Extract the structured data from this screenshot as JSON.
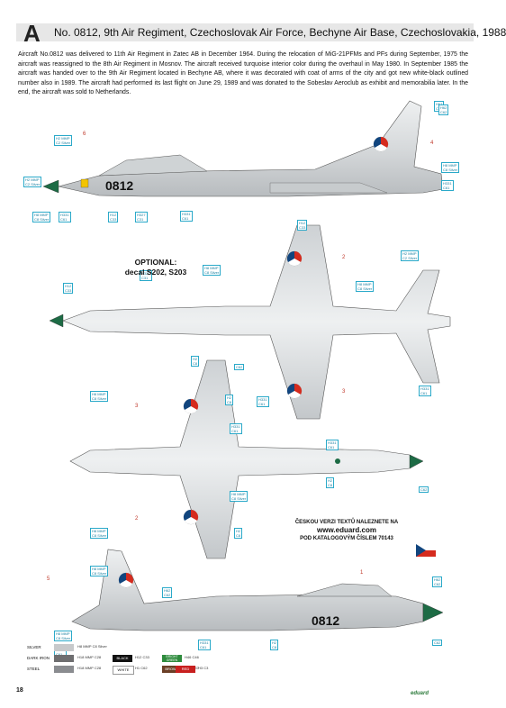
{
  "header": {
    "letter": "A",
    "title": "No. 0812, 9th Air Regiment, Czechoslovak Air Force, Bechyne Air Base, Czechoslovakia, 1988"
  },
  "intro_text": "Aircraft No.0812 was delivered to 11th Air Regiment in Zatec AB in December 1964. During the relocation of MiG-21PFMs and PFs during September, 1975 the aircraft was reassigned to the 8th Air Regiment in Mosnov. The aircraft received turquoise interior color during the overhaul in May 1980. In September 1985 the aircraft was handed over to the 9th Air Regiment located in Bechyne AB, where it was decorated with coat of arms of the city and got new white-black outlined number also in 1989. The aircraft had performed its last flight on June 29, 1989 and was donated to the Sobeslav Aeroclub as exhibit and memorabilia later. In the end, the aircraft was sold to Netherlands.",
  "optional": {
    "line1": "OPTIONAL:",
    "line2": "decal S202, S203"
  },
  "aircraft_number": "0812",
  "callouts": {
    "c1": "H2 MMP\nC2 Silver",
    "c2": "H12\nC33",
    "c3": "H327\nC31",
    "c4": "H8 MMP\nC8 Silver",
    "c5": "H331\nC61",
    "c6": "H67\nC43",
    "c7": "H8 MMP\nC8 Silver",
    "c8": "H331\nC61",
    "c9": "H331\nC61",
    "c10": "H8 MMP\nC8 Silver",
    "c11": "H12\nC33",
    "c12": "H2 MMP\nC2 Silver",
    "c13": "H327\nC31",
    "c14": "H12\nC33",
    "c15": "H8 MMP\nC8 Silver",
    "c16": "H2\nC8",
    "c17": "C62",
    "c18": "H331\nC61",
    "c19": "H2\nC8",
    "c20": "H331\nC61",
    "c21": "H8 MMP\nC8 Silver",
    "c22": "H62\nC62",
    "c23": "H8 MMP\nC8 Silver",
    "c24": "H331\nC61",
    "c25": "H2\nC8",
    "c26": "H331\nC61",
    "c27": "H8 MMP\nC8 Silver",
    "c28": "C62",
    "c29": "H2\nC8",
    "c30": "H331\nC61",
    "c31": "H8 MMP\nC8 Silver",
    "c32": "H62\nC62",
    "c33": "H8 MMP\nC8 Silver",
    "c34": "H331\nC61",
    "c35": "H2\nC8",
    "c36": "C62",
    "c37": "H2 MMP\nC2 Silver",
    "c38": "H62\nC62"
  },
  "stencil_numbers": [
    "6",
    "4",
    "2",
    "3",
    "3",
    "2",
    "5",
    "1"
  ],
  "czech_info": {
    "line1": "ČESKOU VERZI TEXTŮ NALEZNETE NA",
    "url": "www.eduard.com",
    "line2": "POD KATALOGOVÝM ČÍSLEM 70143"
  },
  "legend": [
    {
      "label": "SILVER",
      "codes": "H8 MMP C8 Silver",
      "color": "#c7c9cb"
    },
    {
      "label": "DARK IRON",
      "codes": "H18 MMP C28",
      "color": "#6e6e70"
    },
    {
      "label": "STEEL",
      "codes": "H18 MMP C28",
      "color": "#8a8c90"
    },
    {
      "label": "BLACK",
      "codes": "H12 C33",
      "color": "#111111"
    },
    {
      "label": "WHITE",
      "codes": "H1 C62",
      "color": "#ffffff"
    },
    {
      "label": "BRIGHT GREEN",
      "codes": "H46 C46",
      "color": "#2e8b3d"
    },
    {
      "label": "BROWN",
      "codes": "H37 C37",
      "color": "#6b3f26"
    },
    {
      "label": "RED",
      "codes": "H3 C3",
      "color": "#c8201f"
    }
  ],
  "page_number": "18",
  "brand": "eduard",
  "colors": {
    "callout": "#2aa9c9",
    "nose": "#1d6b45",
    "roundel_red": "#d52b1e",
    "roundel_blue": "#11457e"
  }
}
